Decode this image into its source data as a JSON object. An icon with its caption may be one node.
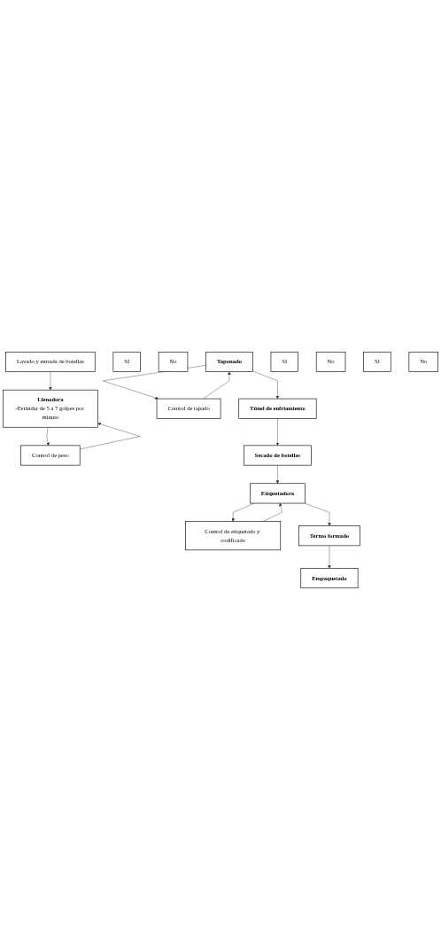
{
  "diagram": {
    "nodes": [
      {
        "text": [
          "Lavado y entrada de botellas"
        ]
      },
      {
        "text": [
          "Llenadora",
          "-Estándar de 5 a 7 golpes por minuto"
        ]
      },
      {
        "text": [
          "SI"
        ]
      },
      {
        "text": [
          "Control de peso"
        ]
      },
      {
        "text": [
          "No"
        ]
      },
      {
        "text": [
          "Taponado"
        ]
      },
      {
        "text": [
          "SI"
        ]
      },
      {
        "text": [
          "Control de tapado"
        ]
      },
      {
        "text": [
          "No"
        ]
      },
      {
        "text": [
          "Túnel de enfriamiento"
        ]
      },
      {
        "text": [
          "Secado de botellas"
        ]
      },
      {
        "text": [
          "Etiquetadora"
        ]
      },
      {
        "text": [
          "SI"
        ]
      },
      {
        "text": [
          "Control de etiquetado y codificado"
        ]
      },
      {
        "text": [
          "No"
        ]
      },
      {
        "text": [
          "Termo formado"
        ]
      },
      {
        "text": [
          "Empaquetado"
        ]
      }
    ],
    "edges": [
      {
        "from": 0,
        "to": 1,
        "arrow": "to"
      },
      {
        "from": 1,
        "to": 3,
        "arrow": "to"
      },
      {
        "from": 3,
        "to": 1,
        "arrow": "to"
      },
      {
        "from": 5,
        "to": 7,
        "arrow": "to"
      },
      {
        "from": 7,
        "to": 5,
        "arrow": "to"
      },
      {
        "from": 5,
        "to": 9,
        "arrow": "to"
      },
      {
        "from": 9,
        "to": 10,
        "arrow": "to"
      },
      {
        "from": 10,
        "to": 11,
        "arrow": "to"
      },
      {
        "from": 11,
        "to": 13,
        "arrow": "to"
      },
      {
        "from": 13,
        "to": 11,
        "arrow": "to"
      },
      {
        "from": 11,
        "to": 15,
        "arrow": "to"
      },
      {
        "from": 15,
        "to": 16,
        "arrow": "to"
      }
    ]
  }
}
